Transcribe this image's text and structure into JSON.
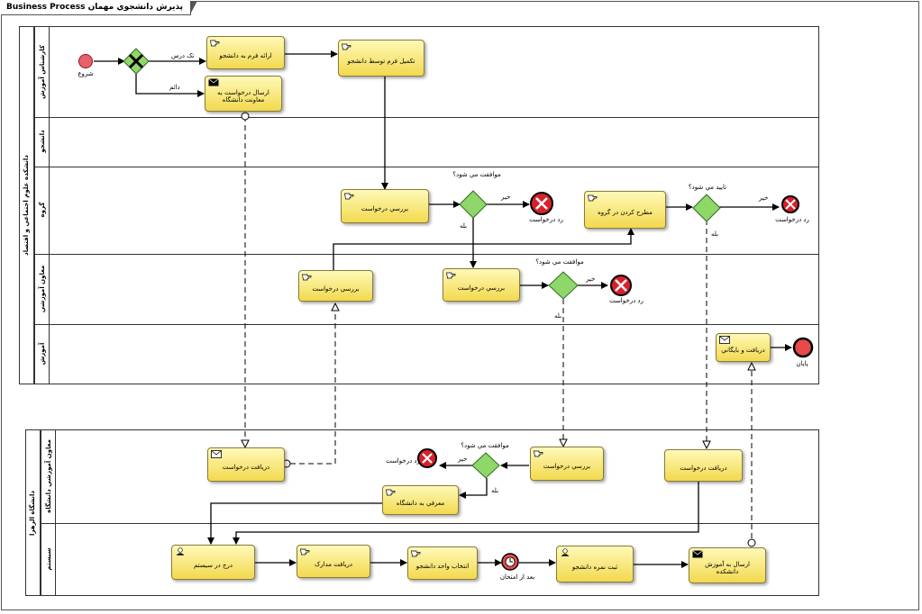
{
  "header": {
    "title": "Business Process  پذیرش دانشجوي مهمان"
  },
  "pools": {
    "top": {
      "label": "دانشکده علوم اجتماعي و اقتصاد",
      "lanes": [
        "کارشناس آموزش",
        "دانشجو",
        "گروه",
        "معاون آموزشي",
        "آموزش"
      ]
    },
    "bottom": {
      "label": "دانشگاه الزهرا",
      "lanes": [
        "معاون آموزشي دانشگاه",
        "سيستم"
      ]
    }
  },
  "tasks": {
    "form_submit": "ارائه فرم به دانشجو",
    "form_complete": "تکميل فرم توسط دانشجو",
    "send_request": "ارسال درخواست به معاونت دانشگاه",
    "group_review": "بررسي درخواست",
    "raise_in_group": "مطرح کردن در گروه",
    "deputy_review1": "بررسي درخواست",
    "deputy_review2": "بررسي درخواست",
    "receive_archive": "دريافت و بايگاني",
    "receive_request_left": "دريافت درخواست",
    "univ_review": "بررسي درخواست",
    "receive_request_right": "دريافت درخواست",
    "introduce": "معرفي به دانشگاه",
    "enter_system": "درج در سيستم",
    "receive_docs": "دريافت مدارک",
    "select_units": "انتخاب واحد دانشجو",
    "record_grade": "ثبت نمره دانشجو",
    "send_education": "ارسال به آموزش دانشکده"
  },
  "labels": {
    "start": "شروع",
    "end": "پايان",
    "single_course": "تک درس",
    "permanent": "دائم",
    "q_agree": "موافقت مي شود؟",
    "q_confirm": "تاييد مي شود؟",
    "no": "خير",
    "yes": "بله",
    "reject": "رد درخواست",
    "after_exam": "بعد از امتحان"
  },
  "colors": {
    "task_top": "#fff9b8",
    "task_bottom": "#f2d94e",
    "gateway": "#8fd66b",
    "start": "#e8606a",
    "end": "#e84a4a",
    "error": "#d8202c"
  }
}
